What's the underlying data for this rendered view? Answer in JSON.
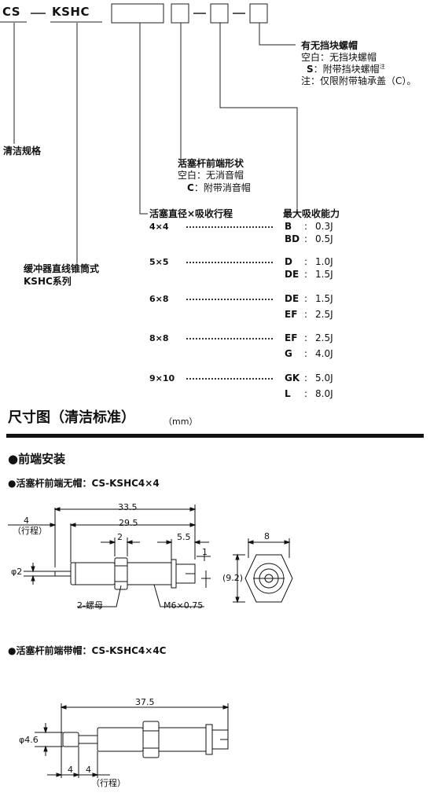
{
  "model": {
    "prefix": "CS",
    "series": "KSHC",
    "items": {
      "nut_cap": {
        "title": "有无挡块螺帽",
        "options": [
          {
            "code": "空白",
            "desc": "无挡块螺帽"
          },
          {
            "code": "S",
            "desc": "附带挡块螺帽",
            "note_mark": "注"
          }
        ],
        "note": "注：仅限附带轴承盖（C）。"
      },
      "rod_end": {
        "title": "活塞杆前端形状",
        "options": [
          {
            "code": "空白",
            "desc": "无消音帽"
          },
          {
            "code": "C",
            "desc": "附带消音帽"
          }
        ]
      },
      "cleaning": "清洁规格",
      "series_desc": [
        "缓冲器直线锥筒式",
        "KSHC系列"
      ]
    },
    "table": {
      "left_header": "活塞直径×吸收行程",
      "right_header": "最大吸收能力",
      "rows": [
        {
          "size": "4×4",
          "entries": [
            {
              "code": "B",
              "value": "0.3J"
            },
            {
              "code": "BD",
              "value": "0.5J"
            }
          ]
        },
        {
          "size": "5×5",
          "entries": [
            {
              "code": "D",
              "value": "1.0J"
            },
            {
              "code": "DE",
              "value": "1.5J"
            }
          ]
        },
        {
          "size": "6×8",
          "entries": [
            {
              "code": "DE",
              "value": "1.5J"
            },
            {
              "code": "EF",
              "value": "2.5J"
            }
          ]
        },
        {
          "size": "8×8",
          "entries": [
            {
              "code": "EF",
              "value": "2.5J"
            },
            {
              "code": "G",
              "value": "4.0J"
            }
          ]
        },
        {
          "size": "9×10",
          "entries": [
            {
              "code": "GK",
              "value": "5.0J"
            },
            {
              "code": "L",
              "value": "8.0J"
            }
          ]
        }
      ]
    }
  },
  "dimensions": {
    "title": "尺寸图（清洁标准）",
    "unit": "（mm）",
    "section": "●前端安装",
    "drawing1": {
      "caption": "●活塞杆前端无帽：CS-KSHC4×4",
      "dims": {
        "total": "33.5",
        "body": "29.5",
        "stroke": "4",
        "stroke_label": "（行程）",
        "nut": "2",
        "rear": "5.5",
        "slot": "1",
        "rod_dia": "φ2",
        "width": "8",
        "height": "(9.2)",
        "nut_label": "2-螺母",
        "thread": "M6×0.75"
      }
    },
    "drawing2": {
      "caption": "●活塞杆前端带帽：CS-KSHC4×4C",
      "dims": {
        "total": "37.5",
        "cap_dia": "φ4.6",
        "d1": "4",
        "d2": "4",
        "stroke_label": "（行程）"
      }
    }
  }
}
